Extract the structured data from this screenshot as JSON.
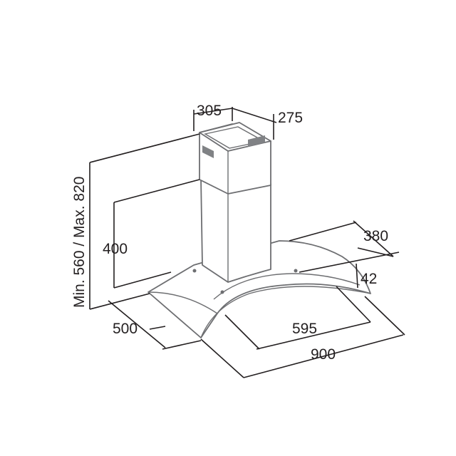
{
  "diagram": {
    "dimensions": {
      "chimney_width": "305",
      "chimney_depth": "275",
      "height_range": "Min. 560 / Max. 820",
      "glass_height": "400",
      "canopy_depth": "380",
      "canopy_thickness": "42",
      "overall_depth": "500",
      "inner_width": "595",
      "overall_width": "900"
    },
    "colors": {
      "line": "#231f20",
      "hood_outline": "#6d6e71"
    }
  }
}
